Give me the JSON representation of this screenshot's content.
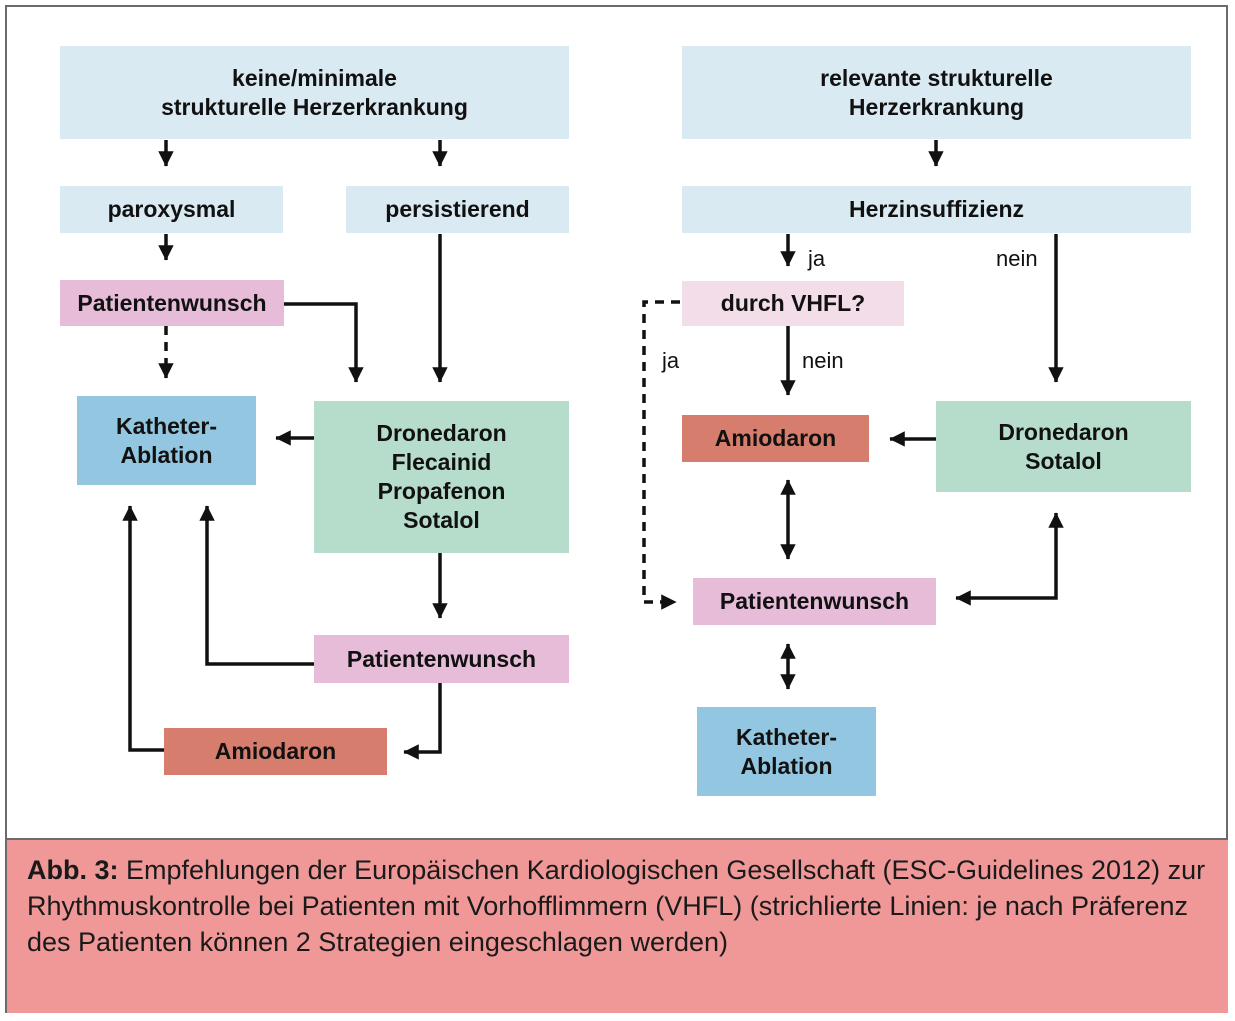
{
  "colors": {
    "light_blue": "#d9eaf2",
    "pink_light": "#f2dde8",
    "pink": "#e6bcd8",
    "blue": "#93c6e0",
    "green": "#b6dccb",
    "red": "#d77d6d",
    "caption_bg": "#f09898"
  },
  "left": {
    "header": "keine/minimale\nstrukturelle Herzerkrankung",
    "paroxysmal": "paroxysmal",
    "persistent": "persistierend",
    "patient_wish_top": "Patientenwunsch",
    "catheter": "Katheter-\nAblation",
    "drugs": "Dronedaron\nFlecainid\nPropafenon\nSotalol",
    "patient_wish_bottom": "Patientenwunsch",
    "amiodarone": "Amiodaron"
  },
  "right": {
    "header": "relevante strukturelle\nHerzerkrankung",
    "heart_failure": "Herzinsuffizienz",
    "yes_label": "ja",
    "no_label": "nein",
    "by_afib": "durch VHFL?",
    "yes_dashed_label": "ja",
    "no_label_2": "nein",
    "amiodarone": "Amiodaron",
    "drugs": "Dronedaron\nSotalol",
    "patient_wish": "Patientenwunsch",
    "catheter": "Katheter-\nAblation"
  },
  "caption": {
    "label": "Abb. 3:",
    "text": " Empfehlungen der Europäischen Kardiologischen Gesellschaft (ESC-Guidelines 2012) zur Rhythmuskontrolle bei Patienten mit Vorhofflimmern (VHFL) (strichlierte Linien: je nach Präferenz des Patienten können 2 Strategien eingeschlagen werden)"
  }
}
